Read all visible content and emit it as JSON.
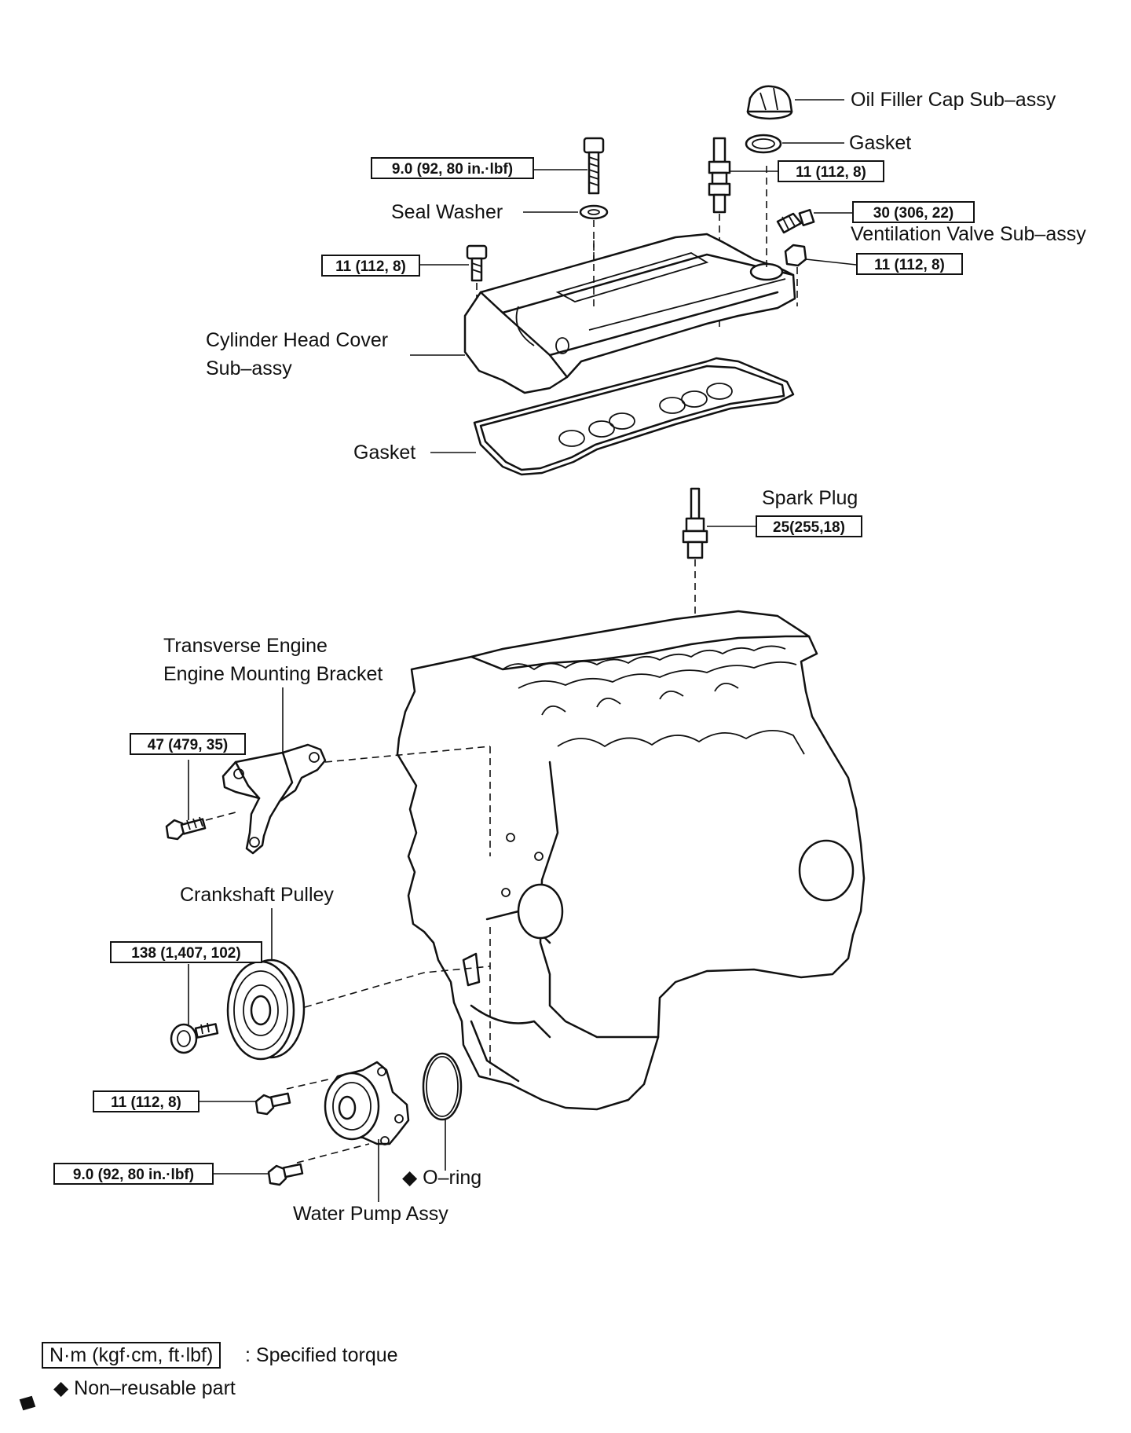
{
  "labels": {
    "oil_filler_cap": "Oil Filler Cap Sub–assy",
    "gasket_top": "Gasket",
    "seal_washer": "Seal Washer",
    "ventilation_valve": "Ventilation Valve Sub–assy",
    "cylinder_head_cover_line1": "Cylinder Head Cover",
    "cylinder_head_cover_line2": "Sub–assy",
    "gasket_cover": "Gasket",
    "spark_plug": "Spark Plug",
    "mount_bracket_line1": "Transverse Engine",
    "mount_bracket_line2": "Engine Mounting Bracket",
    "crankshaft_pulley": "Crankshaft Pulley",
    "o_ring": "◆ O–ring",
    "water_pump": "Water Pump Assy"
  },
  "torques": {
    "cover_stud_bolt": "9.0 (92, 80 in.·lbf)",
    "stud": "11 (112, 8)",
    "ventilation_valve": "30 (306, 22)",
    "cover_bolt_left": "11 (112, 8)",
    "cover_nut_right": "11 (112, 8)",
    "spark_plug": "25(255,18)",
    "mount_bracket": "47 (479, 35)",
    "crankshaft_pulley": "138 (1,407, 102)",
    "water_pump_upper": "11 (112, 8)",
    "water_pump_lower": "9.0 (92, 80 in.·lbf)"
  },
  "legend": {
    "torque_unit": "N·m (kgf·cm, ft·lbf)",
    "torque_desc": ": Specified torque",
    "nonreusable": "◆ Non–reusable part"
  }
}
